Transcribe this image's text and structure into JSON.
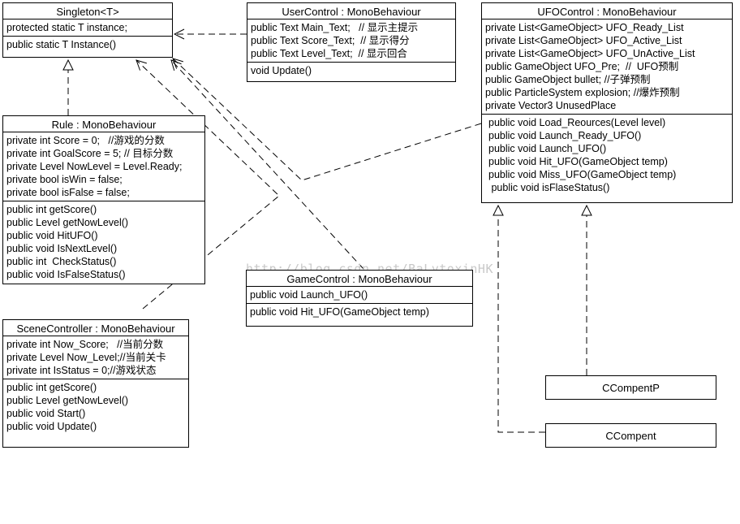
{
  "watermark": "http://blog.csdn.net/BaLytoxinHK",
  "classes": {
    "singleton": {
      "title": "Singleton<T>",
      "attributes": [
        "protected static T instance;"
      ],
      "methods": [
        "public static T Instance()"
      ]
    },
    "usercontrol": {
      "title": "UserControl : MonoBehaviour",
      "attributes": [
        "public Text Main_Text;   // 显示主提示",
        "public Text Score_Text;  // 显示得分",
        "public Text Level_Text;  // 显示回合"
      ],
      "methods": [
        "void Update()"
      ]
    },
    "ufocontrol": {
      "title": "UFOControl : MonoBehaviour",
      "attributes": [
        "private List<GameObject> UFO_Ready_List",
        "private List<GameObject> UFO_Active_List",
        "private List<GameObject> UFO_UnActive_List",
        "public GameObject UFO_Pre;  //  UFO预制",
        "public GameObject bullet; //子弹预制",
        "public ParticleSystem explosion; //爆炸预制",
        "private Vector3 UnusedPlace"
      ],
      "methods": [
        "public void Load_Reources(Level level)",
        "public void Launch_Ready_UFO()",
        "public void Launch_UFO()",
        "public void Hit_UFO(GameObject temp)",
        "public void Miss_UFO(GameObject temp)",
        " public void isFlaseStatus()"
      ]
    },
    "rule": {
      "title": "Rule : MonoBehaviour",
      "attributes": [
        "private int Score = 0;   //游戏的分数",
        "private int GoalScore = 5; // 目标分数",
        "private Level NowLevel = Level.Ready;",
        "private bool isWin = false;",
        "private bool isFalse = false;"
      ],
      "methods": [
        "public int getScore()",
        "public Level getNowLevel()",
        "public void HitUFO()",
        "public void IsNextLevel()",
        "public int  CheckStatus()",
        "public void IsFalseStatus()"
      ]
    },
    "gamecontrol": {
      "title": "GameControl : MonoBehaviour",
      "attributes": [
        "public void Launch_UFO()"
      ],
      "methods": [
        "public void Hit_UFO(GameObject temp)"
      ]
    },
    "scenecontroller": {
      "title": "SceneController : MonoBehaviour",
      "attributes": [
        "private int Now_Score;   //当前分数",
        "private Level Now_Level;//当前关卡",
        "private int IsStatus = 0;//游戏状态"
      ],
      "methods": [
        "public int getScore()",
        "public Level getNowLevel()",
        "public void Start()",
        "public void Update()"
      ]
    },
    "ccompentp": {
      "title": "CCompentP"
    },
    "ccompent": {
      "title": "CCompent"
    }
  }
}
